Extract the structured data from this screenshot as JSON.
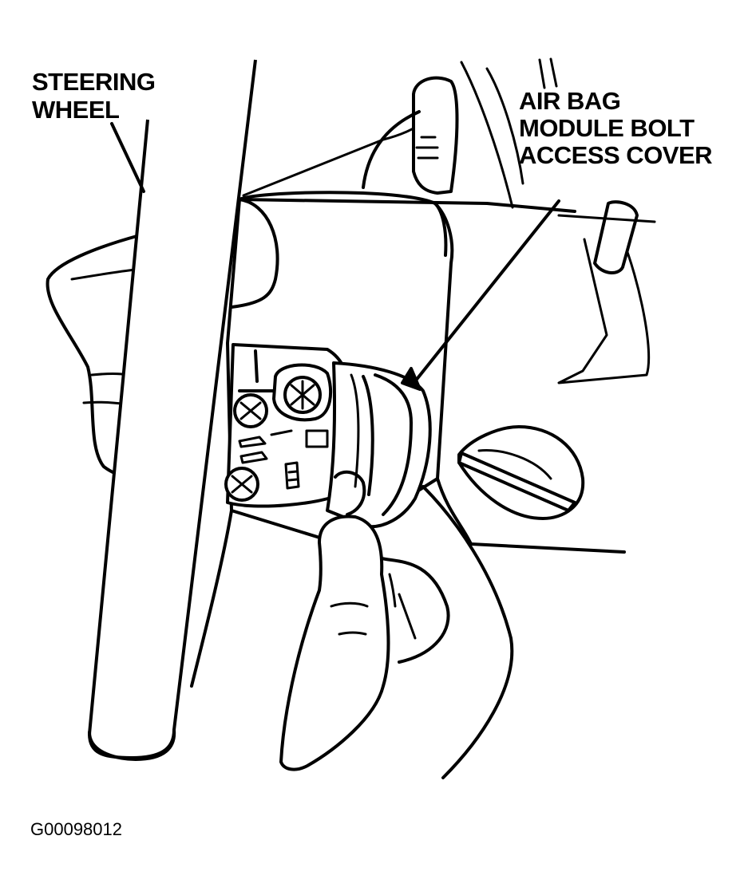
{
  "labels": {
    "steering_wheel": [
      "STEERING",
      "WHEEL"
    ],
    "access_cover": [
      "AIR BAG",
      "MODULE BOLT",
      "ACCESS COVER"
    ]
  },
  "figure_code": "G00098012"
}
